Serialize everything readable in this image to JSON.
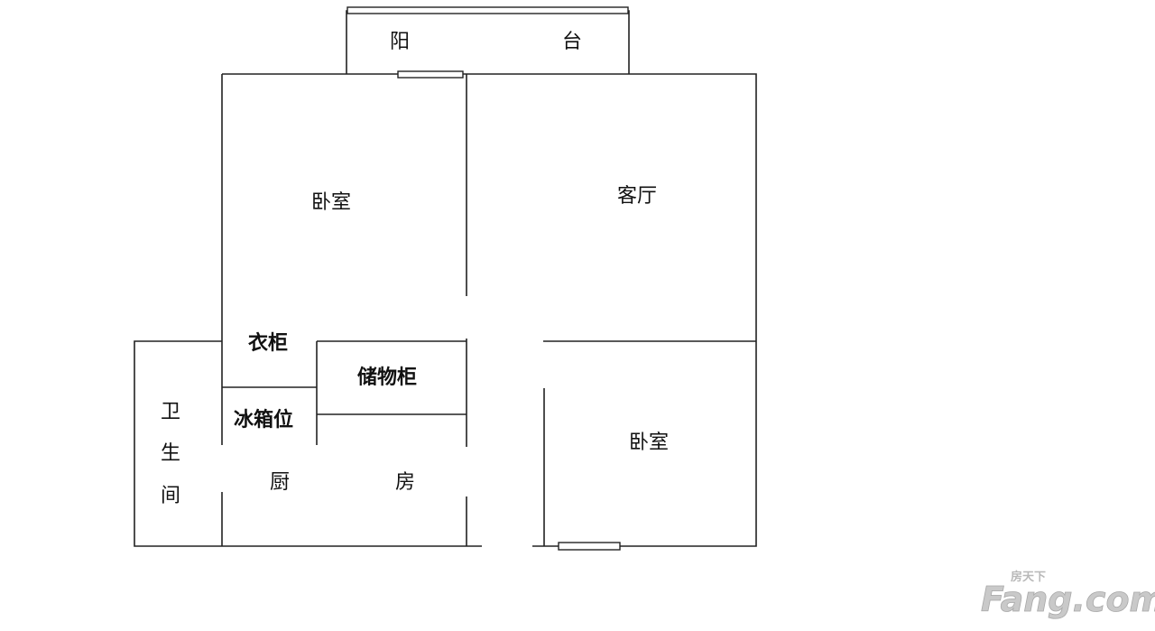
{
  "rooms": {
    "balcony_char1": "阳",
    "balcony_char2": "台",
    "bedroom_top": "卧室",
    "living_room": "客厅",
    "wardrobe": "衣柜",
    "storage_cabinet": "储物柜",
    "fridge_spot": "冰箱位",
    "kitchen_char1": "厨",
    "kitchen_char2": "房",
    "bathroom_char1": "卫",
    "bathroom_char2": "生",
    "bathroom_char3": "间",
    "bedroom_bottom": "卧室"
  },
  "watermark": {
    "brand_cn": "房天下",
    "brand_en": "Fang.com"
  }
}
